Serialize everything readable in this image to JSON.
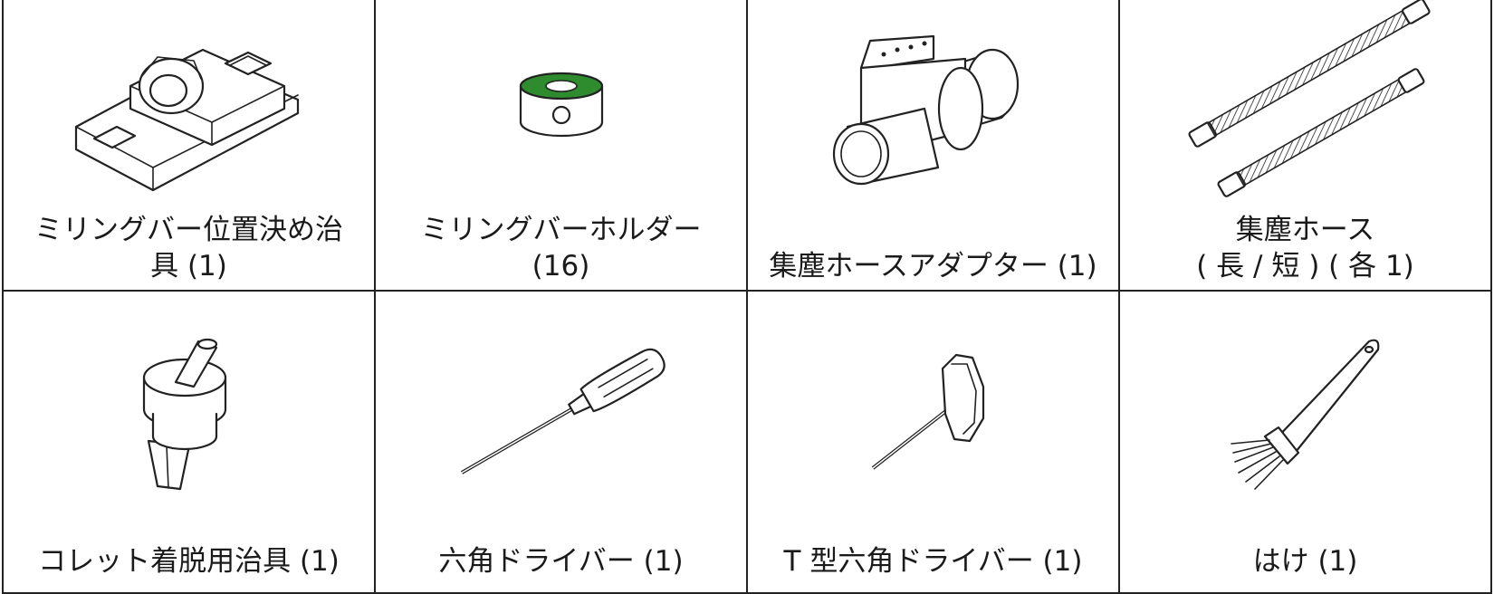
{
  "items": [
    {
      "label": "ミリングバー位置決め治\n具 (1)",
      "icon": "milling-bar-positioning-jig-icon"
    },
    {
      "label": "ミリングバーホルダー\n(16)",
      "icon": "milling-bar-holder-icon"
    },
    {
      "label": "集塵ホースアダプター (1)",
      "icon": "dust-hose-adapter-icon"
    },
    {
      "label": "集塵ホース\n( 長 / 短 ) ( 各 1)",
      "icon": "dust-hose-icon"
    },
    {
      "label": "コレット着脱用治具 (1)",
      "icon": "collet-tool-icon"
    },
    {
      "label": "六角ドライバー (1)",
      "icon": "hex-driver-icon"
    },
    {
      "label": "T 型六角ドライバー (1)",
      "icon": "t-hex-driver-icon"
    },
    {
      "label": "はけ (1)",
      "icon": "brush-icon"
    }
  ],
  "colors": {
    "line": "#222222",
    "holder_green": "#2e8b2e"
  }
}
